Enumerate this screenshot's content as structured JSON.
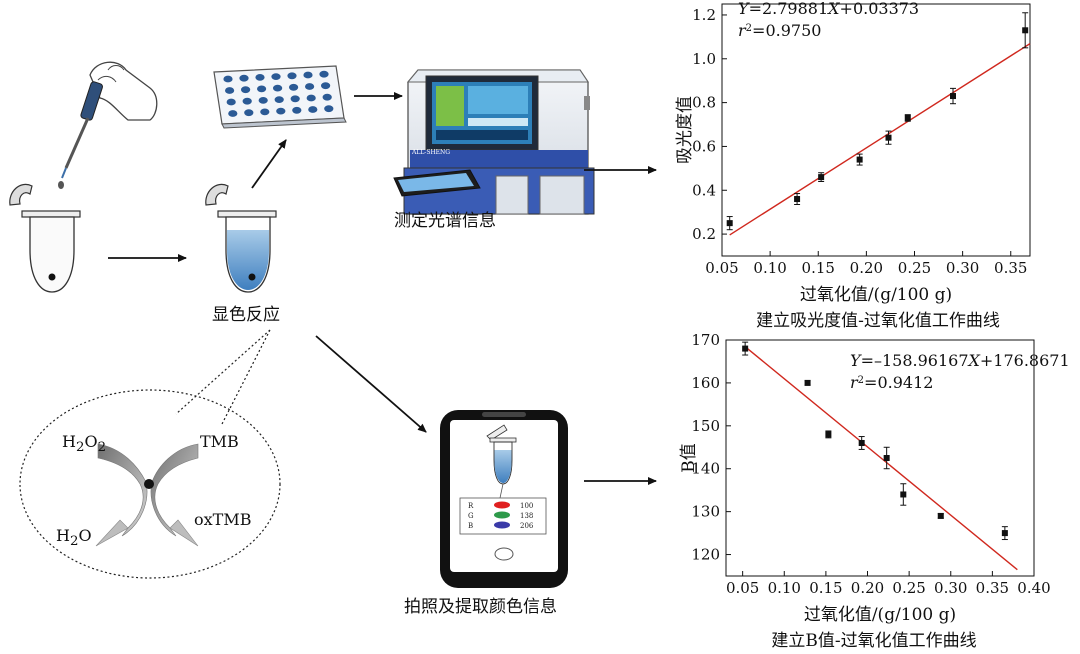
{
  "labels": {
    "measure_spectrum": "测定光谱信息",
    "color_reaction": "显色反应",
    "photo_extract": "拍照及提取颜色信息",
    "reactant_h2o2": "H2O2",
    "reactant_tmb": "TMB",
    "product_h2o": "H2O",
    "product_oxtmb": "oxTMB",
    "instrument_brand": "ALL-SHENG"
  },
  "phone_rgb": {
    "rows": [
      {
        "channel": "R",
        "value": "100",
        "color": "#e02020"
      },
      {
        "channel": "G",
        "value": "138",
        "color": "#2e9a4a"
      },
      {
        "channel": "B",
        "value": "206",
        "color": "#3a3aa8"
      }
    ]
  },
  "chart_data": [
    {
      "type": "scatter",
      "title": "建立吸光度值-过氧化值工作曲线",
      "xlabel": "过氧化值/(g/100 g)",
      "ylabel": "吸光度值",
      "equation": "Y=2.79881X+0.03373",
      "r2": "r2=0.9750",
      "xlim": [
        0.05,
        0.37
      ],
      "ylim": [
        0.1,
        1.25
      ],
      "xticks": [
        "0.05",
        "0.10",
        "0.15",
        "0.20",
        "0.25",
        "0.30",
        "0.35"
      ],
      "yticks": [
        "0.2",
        "0.4",
        "0.6",
        "0.8",
        "1.0",
        "1.2"
      ],
      "points": [
        {
          "x": 0.058,
          "y": 0.25,
          "err": 0.03
        },
        {
          "x": 0.128,
          "y": 0.36,
          "err": 0.025
        },
        {
          "x": 0.153,
          "y": 0.46,
          "err": 0.02
        },
        {
          "x": 0.193,
          "y": 0.54,
          "err": 0.025
        },
        {
          "x": 0.223,
          "y": 0.64,
          "err": 0.03
        },
        {
          "x": 0.243,
          "y": 0.73,
          "err": 0.015
        },
        {
          "x": 0.29,
          "y": 0.83,
          "err": 0.035
        },
        {
          "x": 0.365,
          "y": 1.13,
          "err": 0.08
        }
      ],
      "fit": {
        "slope": 2.79881,
        "intercept": 0.03373,
        "x_range": [
          0.058,
          0.37
        ]
      },
      "fit_color": "#d0281e"
    },
    {
      "type": "scatter",
      "title": "建立B值-过氧化值工作曲线",
      "xlabel": "过氧化值/(g/100 g)",
      "ylabel": "B值",
      "equation": "Y=–158.96167X+176.8671",
      "r2": "r2=0.9412",
      "xlim": [
        0.03,
        0.4
      ],
      "ylim": [
        115,
        170
      ],
      "xticks": [
        "0.05",
        "0.10",
        "0.15",
        "0.20",
        "0.25",
        "0.30",
        "0.35",
        "0.40"
      ],
      "yticks": [
        "120",
        "130",
        "140",
        "150",
        "160",
        "170"
      ],
      "points": [
        {
          "x": 0.053,
          "y": 168,
          "err": 1.5
        },
        {
          "x": 0.128,
          "y": 160,
          "err": 0.5
        },
        {
          "x": 0.153,
          "y": 148,
          "err": 0.8
        },
        {
          "x": 0.193,
          "y": 146,
          "err": 1.5
        },
        {
          "x": 0.223,
          "y": 142.5,
          "err": 2.5
        },
        {
          "x": 0.243,
          "y": 134,
          "err": 2.5
        },
        {
          "x": 0.288,
          "y": 129,
          "err": 0.5
        },
        {
          "x": 0.365,
          "y": 125,
          "err": 1.5
        }
      ],
      "fit": {
        "slope": -158.96167,
        "intercept": 176.8671,
        "x_range": [
          0.053,
          0.38
        ]
      },
      "fit_color": "#d0281e"
    }
  ]
}
